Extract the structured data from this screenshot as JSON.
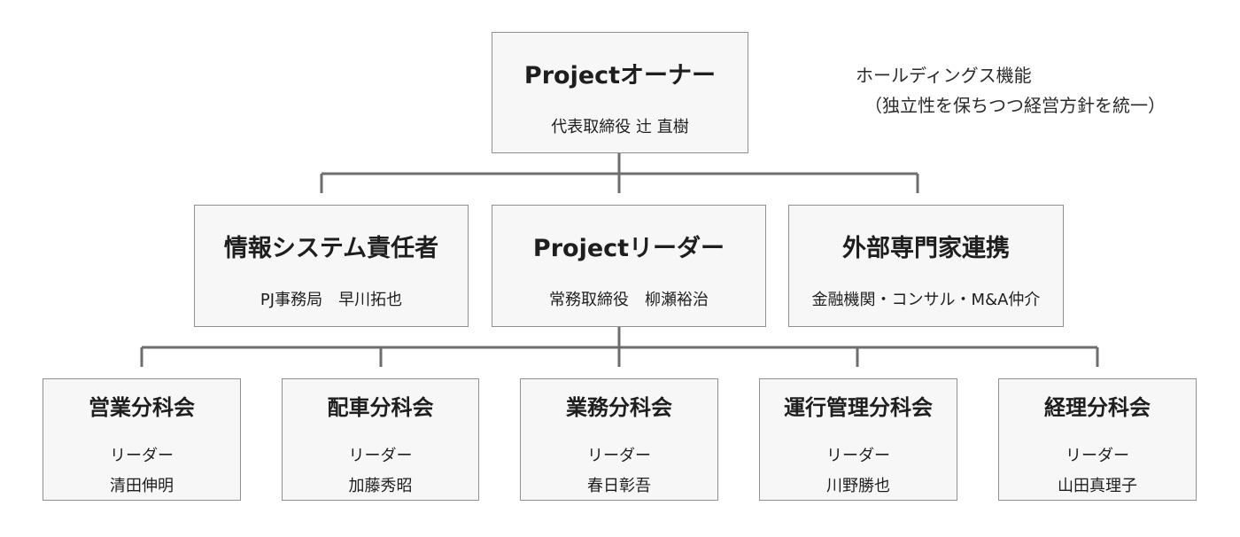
{
  "owner": {
    "title": "Projectオーナー",
    "subtitle": "代表取締役 辻 直樹"
  },
  "holding_note": {
    "line1": "ホールディングス機能",
    "line2": "（独立性を保ちつつ経営方針を統一）"
  },
  "middle": [
    {
      "title": "情報システム責任者",
      "subtitle": "PJ事務局　早川拓也"
    },
    {
      "title": "Projectリーダー",
      "subtitle": "常務取締役　柳瀬裕治"
    },
    {
      "title": "外部専門家連携",
      "subtitle": "金融機関・コンサル・M&A仲介"
    }
  ],
  "subcommittees": [
    {
      "title": "営業分科会",
      "role": "リーダー",
      "leader": "清田伸明"
    },
    {
      "title": "配車分科会",
      "role": "リーダー",
      "leader": "加藤秀昭"
    },
    {
      "title": "業務分科会",
      "role": "リーダー",
      "leader": "春日彰吾"
    },
    {
      "title": "運行管理分科会",
      "role": "リーダー",
      "leader": "川野勝也"
    },
    {
      "title": "経理分科会",
      "role": "リーダー",
      "leader": "山田真理子"
    }
  ],
  "colors": {
    "box_fill": "#f7f7f7",
    "box_border": "#8f8f8f",
    "connector": "#6e6e6e"
  }
}
